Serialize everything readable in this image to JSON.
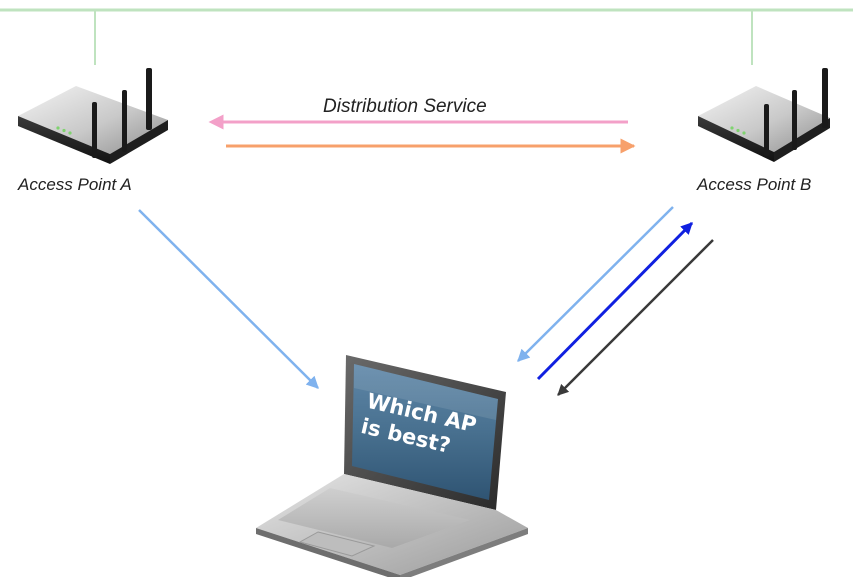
{
  "diagram": {
    "labels": {
      "ap_a": "Access Point A",
      "ap_b": "Access Point B",
      "distribution": "Distribution Service",
      "screen_line1": "Which AP",
      "screen_line2": "is best?"
    },
    "colors": {
      "backbone": "#bfe3bf",
      "ds_left_arrow": "#f3a0c8",
      "ds_right_arrow": "#f7a06b",
      "signal_light_blue": "#7fb2ee",
      "signal_dark_blue": "#1020e0",
      "signal_dark_gray": "#3a3a3a"
    },
    "icons": {
      "ap_a": "wireless-router-icon",
      "ap_b": "wireless-router-icon",
      "laptop": "laptop-icon"
    }
  }
}
